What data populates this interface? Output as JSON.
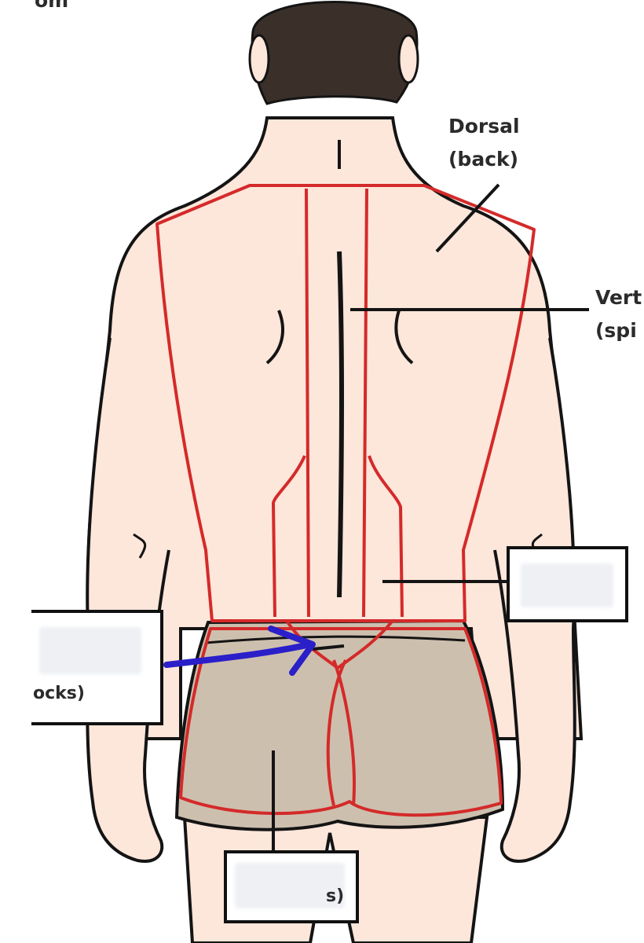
{
  "labels": {
    "top_partial": "om",
    "dorsal_line1": "Dorsal",
    "dorsal_line2": "(back)",
    "vertebral_line1": "Vert",
    "vertebral_line2": "(spi",
    "left_box_partial": "ocks)",
    "bottom_box_partial": "s)"
  },
  "colors": {
    "region_outline": "#d42a2a",
    "body_outline": "#141414",
    "skin": "#fde6da",
    "shorts": "#cdbfae",
    "hair": "#3a3029",
    "arrow": "#2a1fc8"
  }
}
